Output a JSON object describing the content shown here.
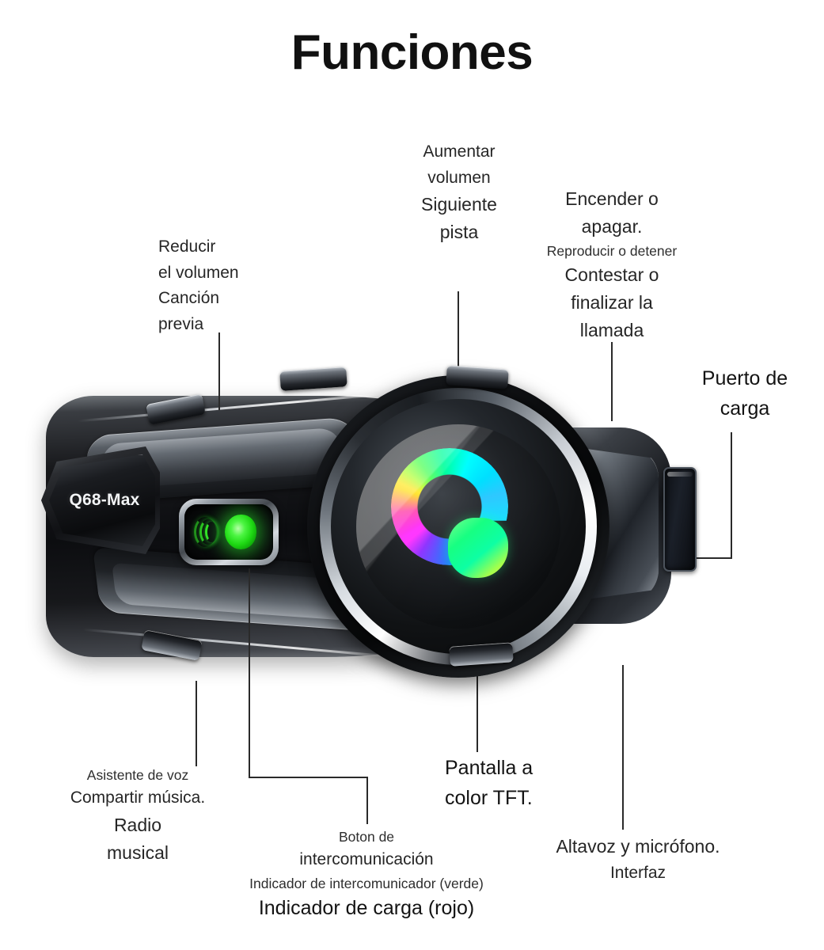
{
  "page": {
    "title": "Funciones",
    "background_color": "#ffffff",
    "text_color": "#262626"
  },
  "device": {
    "model_badge": "Q68-Max",
    "indicator_color_green": "#2ae01f",
    "display_logo": "holographic-q-logo",
    "display_type": "round-tft"
  },
  "callouts": {
    "volume_down": {
      "line1": "Reducir",
      "line2": "el volumen",
      "line3": "Canción",
      "line4": "previa"
    },
    "volume_up": {
      "line1": "Aumentar",
      "line2": "volumen",
      "line3": "Siguiente",
      "line4": "pista"
    },
    "power": {
      "line1": "Encender o",
      "line2": "apagar.",
      "line3": "Reproducir o detener",
      "line4": "Contestar o",
      "line5": "finalizar la",
      "line6": "llamada"
    },
    "charging_port": {
      "line1": "Puerto de",
      "line2": "carga"
    },
    "voice_assistant": {
      "line1": "Asistente de voz",
      "line2": "Compartir música.",
      "line3": "Radio",
      "line4": "musical"
    },
    "intercom": {
      "line1": "Boton de",
      "line2": "intercomunicación",
      "line3": "Indicador de intercomunicador (verde)",
      "line4": "Indicador de carga (rojo)"
    },
    "screen": {
      "line1": "Pantalla a",
      "line2": "color TFT."
    },
    "speaker": {
      "line1": "Altavoz y micrófono.",
      "line2": "Interfaz"
    }
  }
}
